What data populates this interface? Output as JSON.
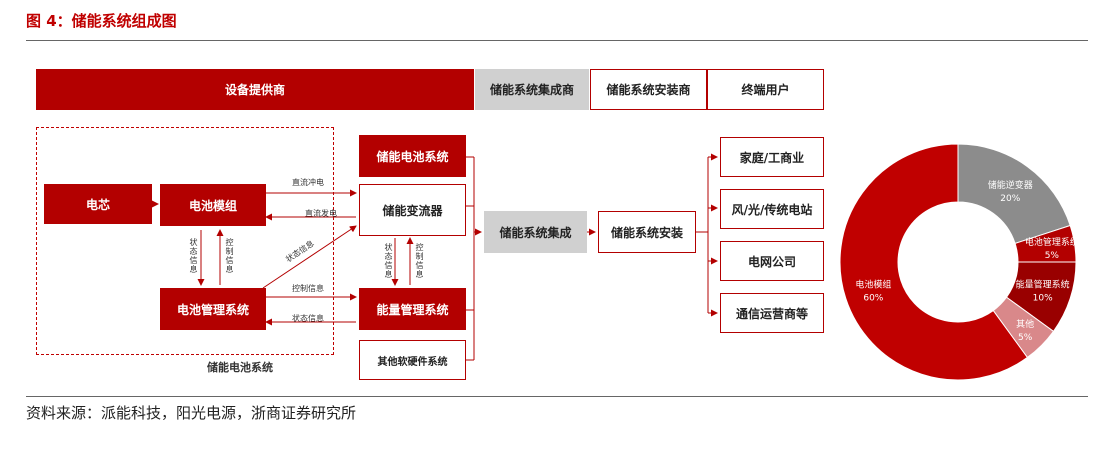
{
  "title": "图 4：储能系统组成图",
  "source": "资料来源：派能科技，阳光电源，浙商证券研究所",
  "header": {
    "equipment": "设备提供商",
    "integrator": "储能系统集成商",
    "installer": "储能系统安装商",
    "end_user": "终端用户"
  },
  "group_label": "储能电池系统",
  "nodes": {
    "cell": "电芯",
    "module": "电池模组",
    "bms": "电池管理系统",
    "battery_system": "储能电池系统",
    "pcs": "储能变流器",
    "ems": "能量管理系统",
    "other": "其他软硬件系统",
    "integration": "储能系统集成",
    "installation": "储能系统安装"
  },
  "users": [
    "家庭/工商业",
    "风/光/传统电站",
    "电网公司",
    "通信运营商等"
  ],
  "edge_labels": {
    "dc_charge": "直流冲电",
    "dc_discharge": "直流发电",
    "status1": "状态信息",
    "control1": "控制信息",
    "status_diag": "状态信息",
    "control2": "控制信息",
    "status2": "状态信息",
    "status3": "状态信息",
    "control3": "控制信息"
  },
  "colors": {
    "red": "#b30000",
    "gray": "#8c8c8c",
    "light": "#d0d0d0",
    "pink": "#d9888a",
    "dark": "#8b0000"
  },
  "chart_data": {
    "type": "pie",
    "slices": [
      {
        "label": "储能逆变器",
        "value": 20,
        "pct": "20%",
        "color": "#8c8c8c"
      },
      {
        "label": "电池管理系统",
        "value": 5,
        "pct": "5%",
        "color": "#b30000"
      },
      {
        "label": "能量管理系统",
        "value": 10,
        "pct": "10%",
        "color": "#990000"
      },
      {
        "label": "其他",
        "value": 5,
        "pct": "5%",
        "color": "#d9888a"
      },
      {
        "label": "电池模组",
        "value": 60,
        "pct": "60%",
        "color": "#c00000"
      }
    ]
  }
}
